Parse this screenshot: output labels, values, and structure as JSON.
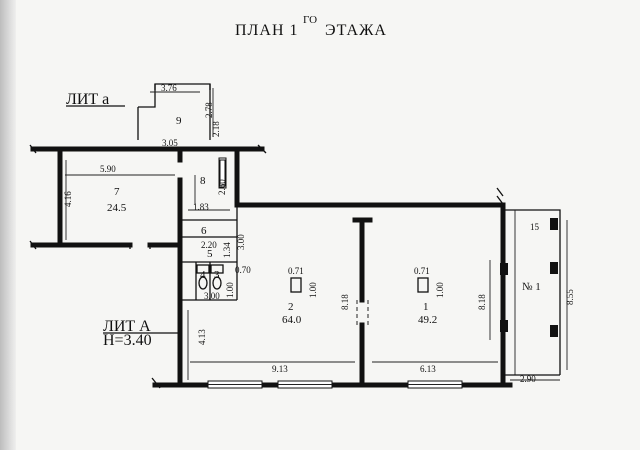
{
  "title": {
    "main": "ПЛАН 1",
    "sup": "ГО",
    "rest": "ЭТАЖА"
  },
  "labels": {
    "lit_a_small": "ЛИТ а",
    "lit_a_big": "ЛИТ А",
    "height": "Н=3.40",
    "entrance": "№ 1"
  },
  "rooms": {
    "r9": {
      "num": "9"
    },
    "r8": {
      "num": "8"
    },
    "r7": {
      "num": "7",
      "area": "24.5"
    },
    "r6": {
      "num": "6"
    },
    "r5": {
      "num": "5"
    },
    "r4": {
      "num": "4"
    },
    "r3": {
      "num": "3"
    },
    "r2": {
      "num": "2",
      "area": "64.0"
    },
    "r1": {
      "num": "1",
      "area": "49.2"
    }
  },
  "dims": {
    "d376": "3.76",
    "d278": "2.78",
    "d218": "2.18",
    "d305": "3.05",
    "d590": "5.90",
    "d416": "4.16",
    "d260": "2.60",
    "d183": "1.83",
    "d220": "2.20",
    "d300a": "3.00",
    "d134": "1.34",
    "d070": "0.70",
    "d300b": "3.00",
    "d100a": "1.00",
    "d071a": "0.71",
    "d100b": "1.00",
    "d818a": "8.18",
    "d413": "4.13",
    "d913": "9.13",
    "d071b": "0.71",
    "d100c": "1.00",
    "d818b": "8.18",
    "d613": "6.13",
    "d15": "15",
    "d855": "8.55",
    "d290": "2.90"
  }
}
